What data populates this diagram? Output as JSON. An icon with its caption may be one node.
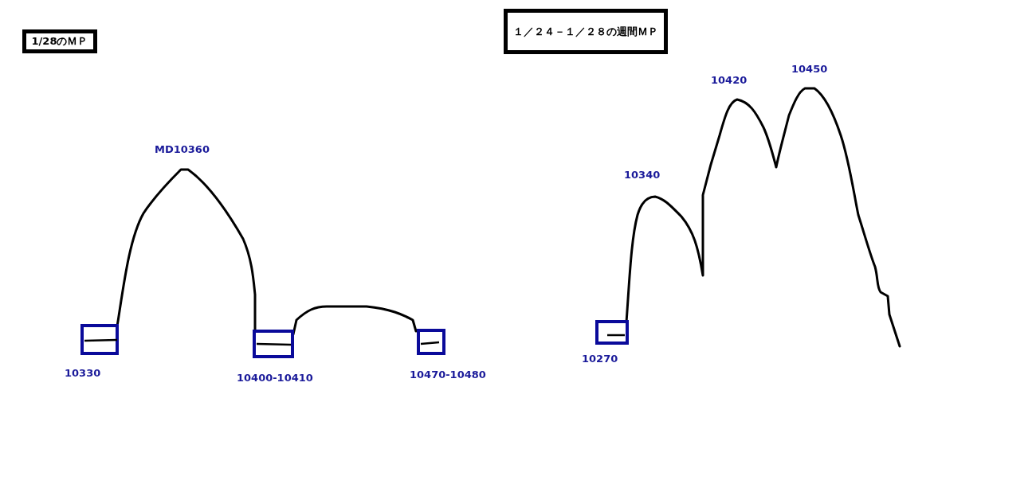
{
  "diagram": {
    "nodes": [
      {
        "text": [
          "1/28のＭＰ"
        ]
      },
      {
        "text": [
          "１／２４－１／２８の週間ＭＰ"
        ]
      }
    ],
    "labels": [
      "10330",
      "MD10360",
      "10400-10410",
      "10470-10480",
      "10270",
      "10340",
      "10420",
      "10450"
    ]
  }
}
